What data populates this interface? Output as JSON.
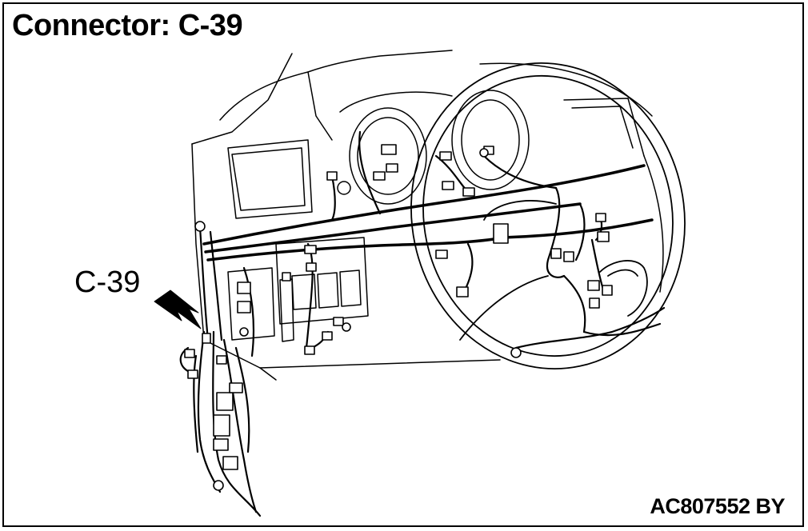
{
  "header": {
    "title": "Connector: C-39"
  },
  "callout": {
    "label": "C-39"
  },
  "footer": {
    "figure_code": "AC807552 BY"
  },
  "colors": {
    "line": "#000000",
    "background": "#ffffff"
  }
}
